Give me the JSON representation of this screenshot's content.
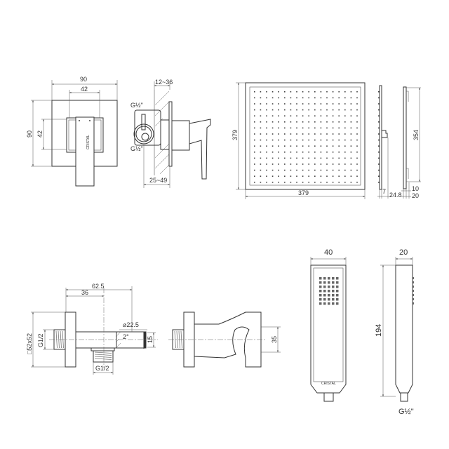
{
  "brand_logo": "CRISTAL",
  "valve_front": {
    "width": "90",
    "inner_width": "42",
    "height": "90",
    "inner_height": "42"
  },
  "valve_side": {
    "wall_depth": "12~36",
    "inlet_top": "G½\"",
    "inlet_bottom": "G½\"",
    "projection": "25~49"
  },
  "shower_head": {
    "height": "379",
    "width": "379"
  },
  "shower_head_side": {
    "thickness": "7",
    "depth": "24.8",
    "bracket_offset": "10",
    "bracket_depth": "20",
    "bracket_span": "354"
  },
  "wall_outlet": {
    "length": "62.5",
    "center": "36",
    "diameter": "⌀22.5",
    "angle": "2°",
    "end_size": "15",
    "inlet_thread": "G1/2",
    "outlet_thread": "G1/2",
    "flange": "□52x52"
  },
  "holder": {
    "height": "35"
  },
  "hand_shower": {
    "width": "40",
    "depth": "20",
    "length": "194",
    "thread": "G½\""
  }
}
